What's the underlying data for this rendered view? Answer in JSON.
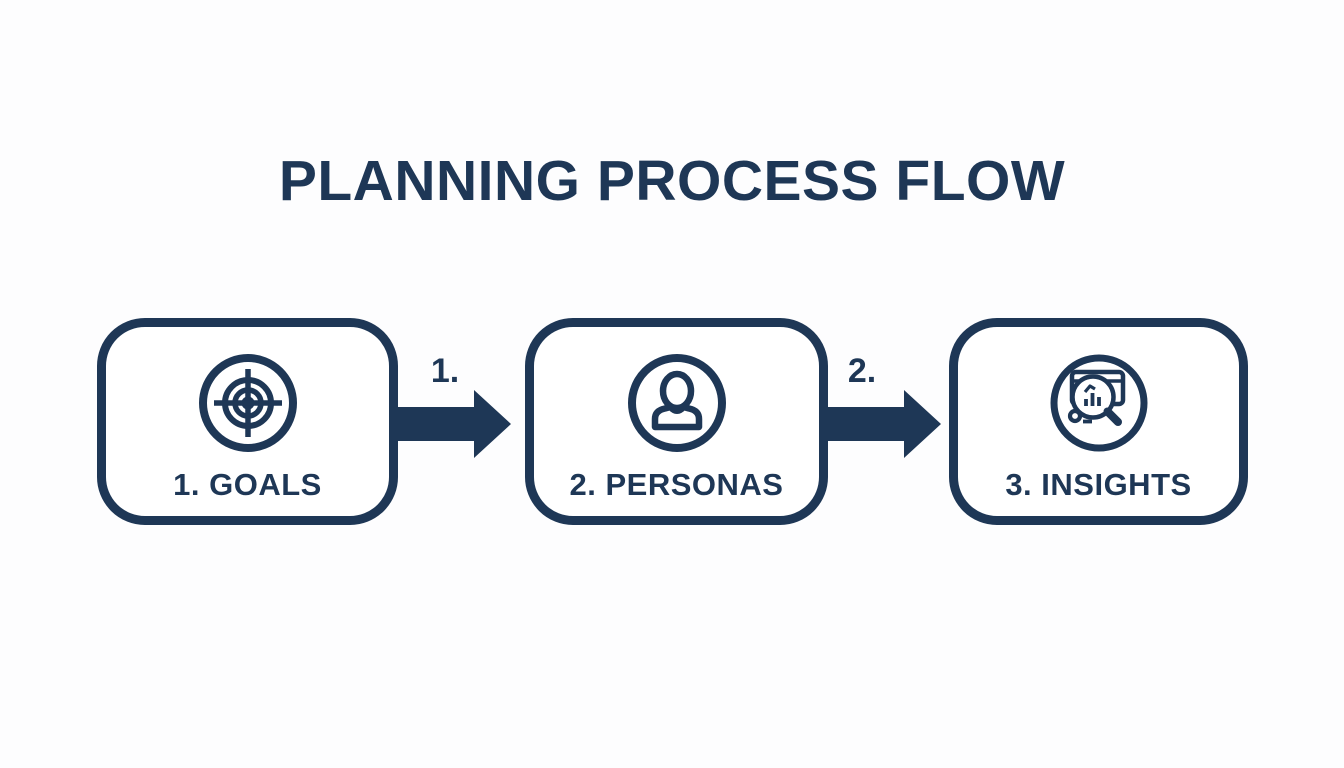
{
  "title": "PLANNING PROCESS FLOW",
  "colors": {
    "navy": "#1e3756",
    "background": "#fdfdfe",
    "box_fill": "#ffffff"
  },
  "steps": [
    {
      "id": "goals",
      "label": "1. GOALS",
      "icon": "target-icon"
    },
    {
      "id": "personas",
      "label": "2. PERSONAS",
      "icon": "user-icon"
    },
    {
      "id": "insights",
      "label": "3. INSIGHTS",
      "icon": "magnifier-analytics-icon"
    }
  ],
  "arrows": [
    {
      "label": "1."
    },
    {
      "label": "2."
    }
  ]
}
